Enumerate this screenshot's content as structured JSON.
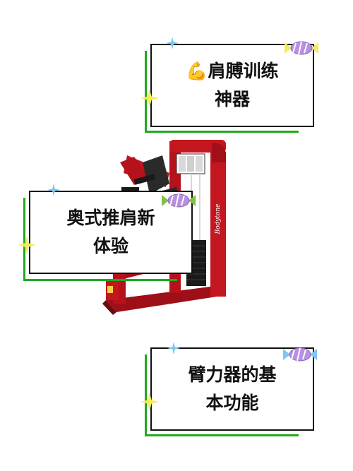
{
  "cards": [
    {
      "line1": "💪肩膊训练",
      "line2": "神器"
    },
    {
      "line1": "奥式推肩新",
      "line2": "体验"
    },
    {
      "line1": "臂力器的基",
      "line2": "本功能"
    }
  ],
  "machine": {
    "brand": "Bodytone"
  },
  "colors": {
    "machine_red": "#b5121b",
    "card_border_green": "#1faa1f",
    "fold_blue": "#a9d6f2",
    "fold_yellow": "#f4ec7a",
    "fold_pink": "#f2a6b8",
    "star_yellow": "#f3ec5c",
    "star_blue": "#7ec8f0",
    "candy_purple": "#b98fe0"
  }
}
